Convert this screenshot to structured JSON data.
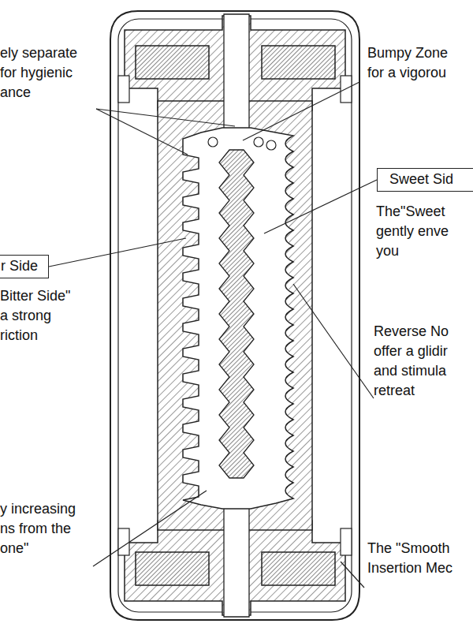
{
  "diagram": {
    "nodes": [
      {
        "text": [
          "Sweet Sid"
        ]
      },
      {
        "text": [
          "r Side"
        ]
      }
    ],
    "labels": [
      "ely separate for hygienic ance",
      "Bumpy Zone for a vigorou",
      "The\"Sweet gently enve you",
      "Bitter Side\" a strong riction",
      "Reverse No offer a glidir and stimula retreat",
      "y increasing ns from the one\"",
      "The \"Smooth Insertion Mec"
    ]
  }
}
